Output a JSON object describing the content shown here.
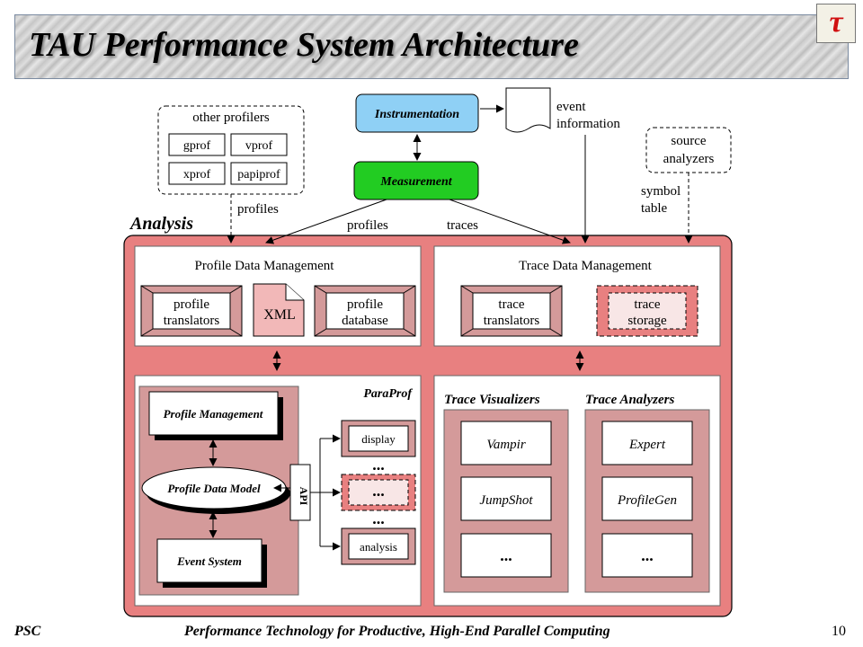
{
  "header": {
    "title": "TAU Performance System Architecture",
    "logo_glyph": "τ"
  },
  "diagram": {
    "instrumentation": "Instrumentation",
    "measurement": "Measurement",
    "event_info": [
      "event",
      "information"
    ],
    "other_profilers": {
      "title": "other profilers",
      "items": [
        "gprof",
        "vprof",
        "xprof",
        "papiprof"
      ]
    },
    "source_analyzers": [
      "source",
      "analyzers"
    ],
    "symbol_table": [
      "symbol",
      "table"
    ],
    "edge_profiles_left": "profiles",
    "edge_profiles_mid": "profiles",
    "edge_traces": "traces",
    "analysis": "Analysis",
    "profile_dm": {
      "title": "Profile Data Management",
      "translators": [
        "profile",
        "translators"
      ],
      "xml": "XML",
      "database": [
        "profile",
        "database"
      ]
    },
    "trace_dm": {
      "title": "Trace Data Management",
      "translators": [
        "trace",
        "translators"
      ],
      "storage": [
        "trace",
        "storage"
      ]
    },
    "paraprof": {
      "title": "ParaProf",
      "profile_management": "Profile Management",
      "profile_data_model": "Profile Data Model",
      "event_system": "Event System",
      "api": "API",
      "display": "display",
      "ellipsis": "...",
      "analysis": "analysis"
    },
    "trace_visualizers": {
      "title": "Trace Visualizers",
      "items": [
        "Vampir",
        "JumpShot",
        "..."
      ]
    },
    "trace_analyzers": {
      "title": "Trace Analyzers",
      "items": [
        "Expert",
        "ProfileGen",
        "..."
      ]
    }
  },
  "footer": {
    "left": "PSC",
    "center": "Performance Technology for Productive, High-End Parallel Computing",
    "page": "10"
  },
  "colors": {
    "analysis_fill": "#e88080",
    "box_fill": "#d49a9a",
    "instrumentation": "#8fd0f5",
    "measurement": "#22cc22"
  }
}
